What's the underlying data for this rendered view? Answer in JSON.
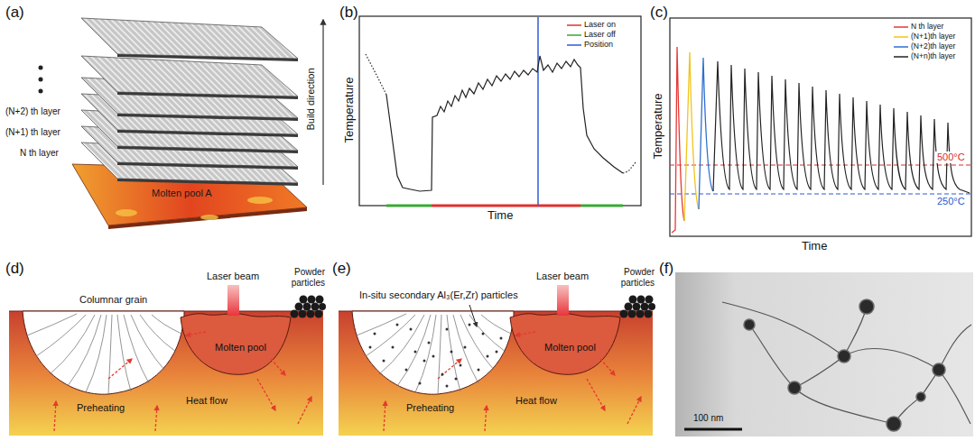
{
  "diagram": {
    "labels": [
      "(a)",
      "N th layer",
      "(N+1) th layer",
      "(N+2) th layer",
      "Build direction",
      "Molten pool A",
      "(b)",
      "Temperature",
      "Time",
      "(c)",
      "500°C",
      "250°C",
      "Temperature",
      "Time",
      "(d)",
      "Laser beam",
      "Powder particles",
      "Columnar grain",
      "Molten pool",
      "Heat flow",
      "Preheating",
      "(e)",
      "Laser beam",
      "Powder particles",
      "In-situ secondary Al₃(Er,Zr) particles",
      "Molten pool",
      "Heat flow",
      "Preheating",
      "(f)",
      "100 nm"
    ],
    "legend": [
      {
        "text": "Laser on"
      },
      {
        "text": "Laser off"
      },
      {
        "text": "Position"
      },
      {
        "text": "N th layer"
      },
      {
        "text": "(N+1)th layer"
      },
      {
        "text": "(N+2)th layer"
      },
      {
        "text": "(N+n)th layer"
      }
    ]
  }
}
